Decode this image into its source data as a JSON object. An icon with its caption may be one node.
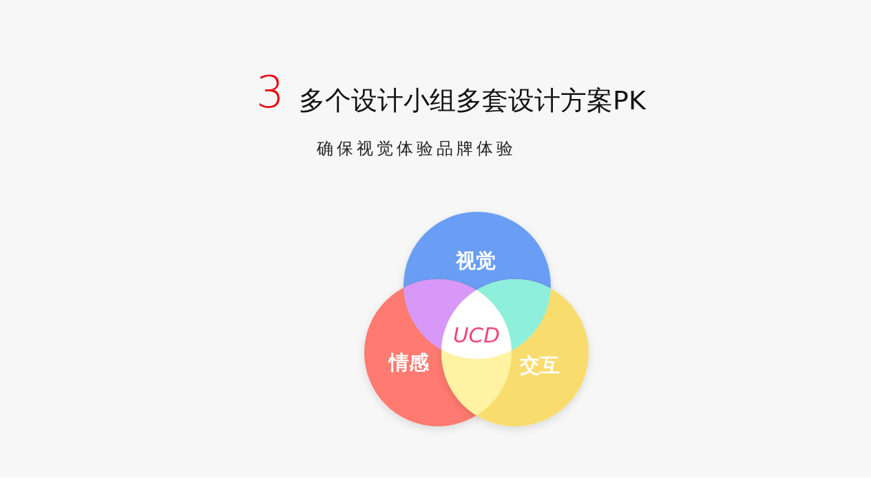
{
  "diagram": {
    "title": "多个设计小组多套设计方案PK",
    "caption": "确保视觉体验品牌体验",
    "labels": [
      "3"
    ],
    "nodes": [
      {
        "text": [
          "视觉"
        ]
      },
      {
        "text": [
          "情感"
        ]
      },
      {
        "text": [
          "交互"
        ]
      },
      {
        "text": [
          "UCD"
        ]
      }
    ]
  }
}
